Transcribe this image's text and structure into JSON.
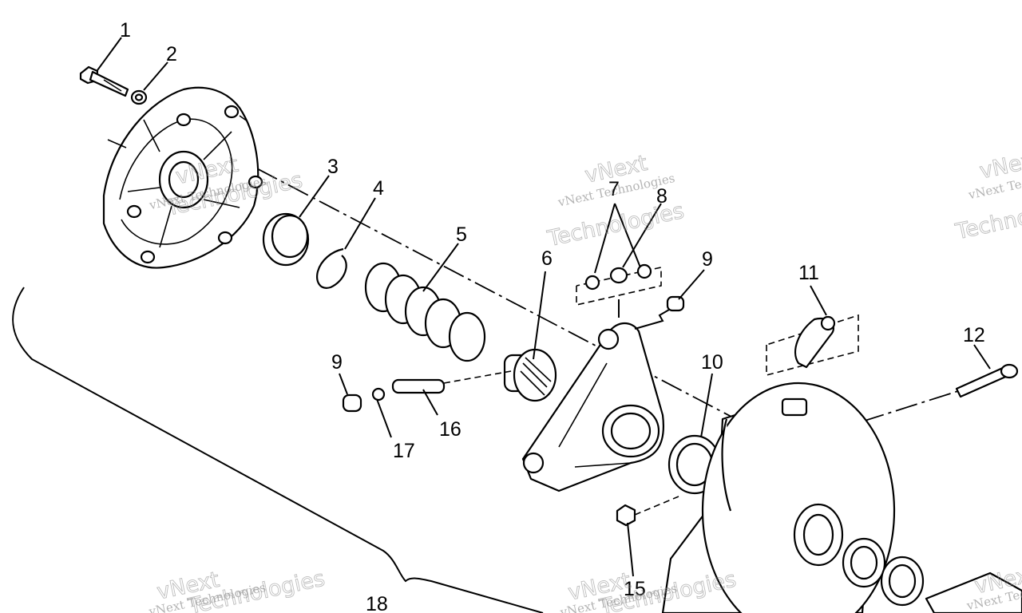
{
  "callouts": {
    "c1": "1",
    "c2": "2",
    "c3": "3",
    "c4": "4",
    "c5": "5",
    "c6": "6",
    "c7": "7",
    "c8": "8",
    "c9a": "9",
    "c9b": "9",
    "c10": "10",
    "c11": "11",
    "c12": "12",
    "c15": "15",
    "c16": "16",
    "c17": "17",
    "c18": "18"
  },
  "watermark": {
    "company": "vNext Technologies",
    "line1": "vNext",
    "line2": "Technologies"
  },
  "colors": {
    "ink": "#000000",
    "paper": "#ffffff",
    "watermark": "#888888"
  }
}
